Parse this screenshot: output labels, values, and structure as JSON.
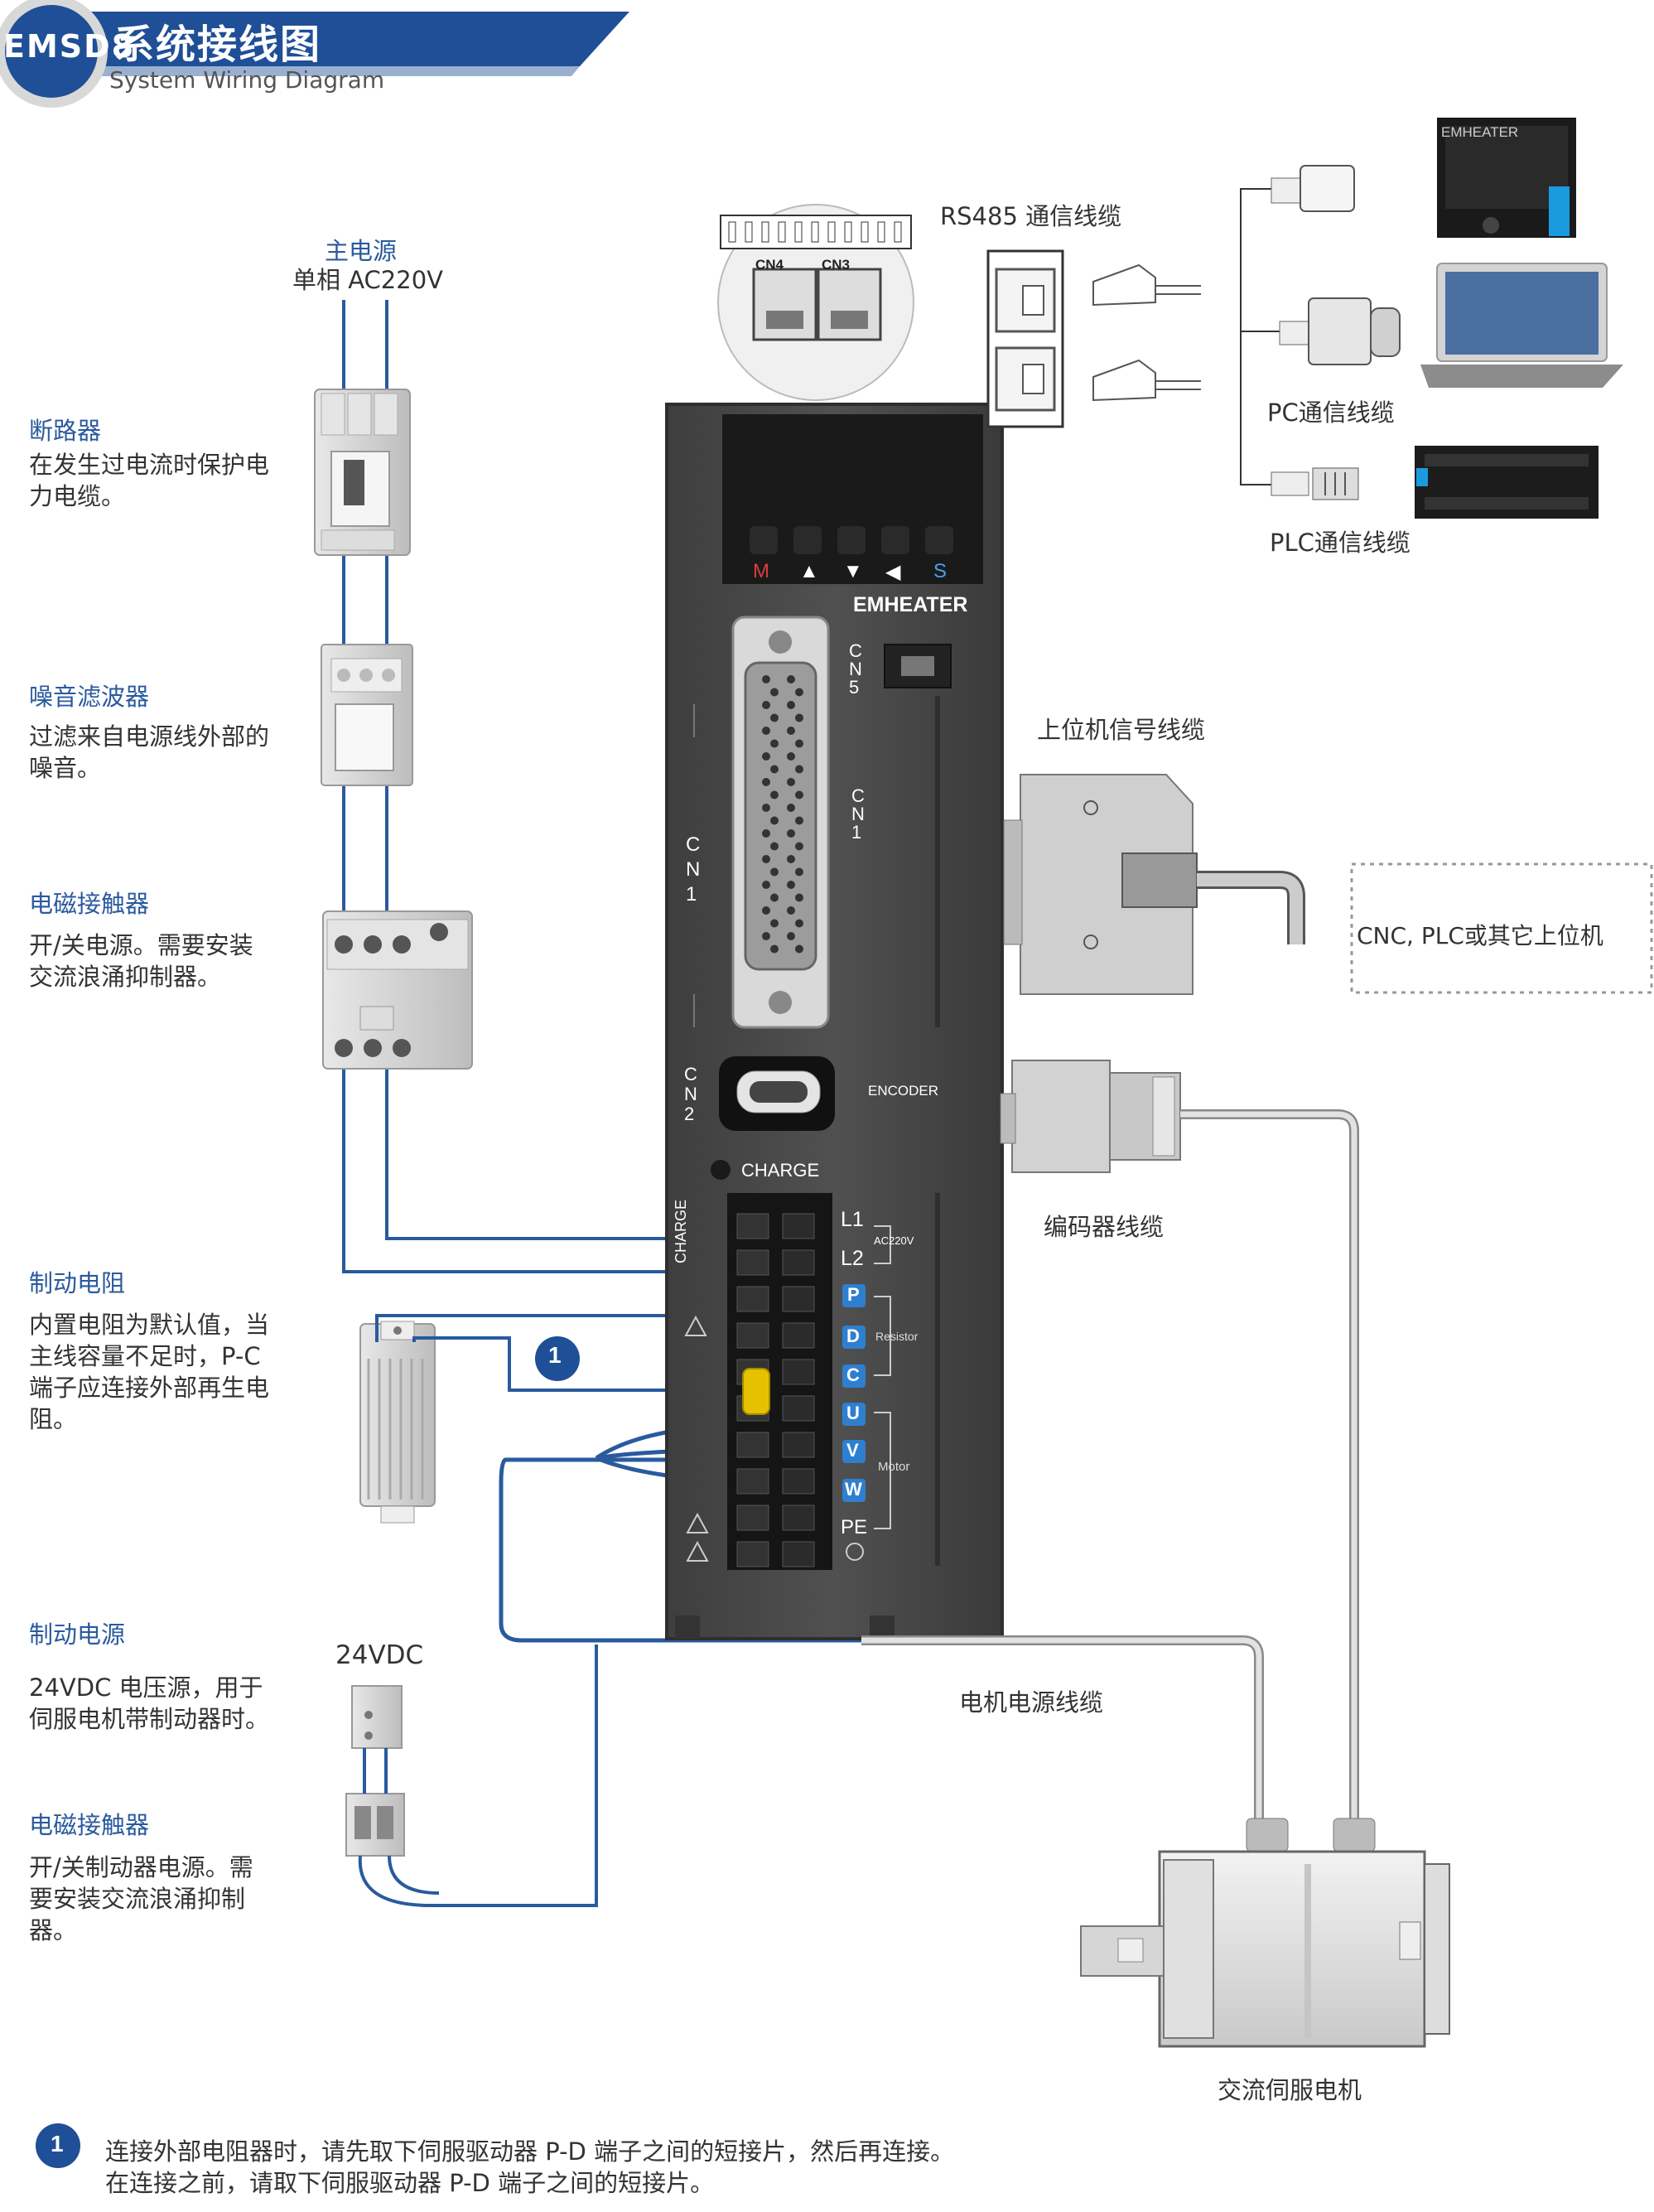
{
  "header": {
    "badge": "EMSD8",
    "title": "系统接线图",
    "subtitle": "System Wiring Diagram"
  },
  "left_panel": {
    "main_power": {
      "title": "主电源",
      "spec": "单相 AC220V"
    },
    "breaker": {
      "title": "断路器",
      "desc": [
        "在发生过电流时保护电",
        "力电缆。"
      ]
    },
    "noise_filter": {
      "title": "噪音滤波器",
      "desc": [
        "过滤来自电源线外部的",
        "噪音。"
      ]
    },
    "contactor_main": {
      "title": "电磁接触器",
      "desc": [
        "开/关电源。需要安装",
        "交流浪涌抑制器。"
      ]
    },
    "brake_resistor": {
      "title": "制动电阻",
      "desc": [
        "内置电阻为默认值，当",
        "主线容量不足时，P-C",
        "端子应连接外部再生电",
        "阻。"
      ]
    },
    "brake_power": {
      "title": "制动电源",
      "voltage": "24VDC",
      "desc": [
        "24VDC 电压源，用于",
        "伺服电机带制动器时。"
      ]
    },
    "contactor_brake": {
      "title": "电磁接触器",
      "desc": [
        "开/关制动器电源。需",
        "要安装交流浪涌抑制",
        "器。"
      ]
    }
  },
  "drive": {
    "brand": "EMHEATER",
    "keys": [
      "M",
      "▲",
      "▼",
      "◀",
      "S"
    ],
    "cn5": "CN5",
    "cn1": "CN1",
    "cn2": "CN2",
    "encoder": "ENCODER",
    "charge": "CHARGE",
    "charge_side": "CHARGE",
    "terminals": {
      "l1": "L1",
      "l2": "L2",
      "ac": "AC220V",
      "p": "P",
      "d": "D",
      "c": "C",
      "resistor": "Resistor",
      "u": "U",
      "v": "V",
      "w": "W",
      "motor": "Motor",
      "pe": "PE"
    },
    "cn_port_labels": [
      "CN4",
      "CN3"
    ]
  },
  "right_panel": {
    "rs485": "RS485 通信线缆",
    "pc_cable": "PC通信线缆",
    "plc_cable": "PLC通信线缆",
    "hmi_brand": "EMHEATER",
    "host_signal": "上位机信号线缆",
    "host_box": "CNC, PLC或其它上位机",
    "encoder_cable": "编码器线缆",
    "motor_power_cable": "电机电源线缆",
    "servo_motor": "交流伺服电机"
  },
  "note": {
    "number": "1",
    "lines": [
      "连接外部电阻器时，请先取下伺服驱动器 P-D 端子之间的短接片，然后再连接。",
      "在连接之前，请取下伺服驱动器 P-D 端子之间的短接片。"
    ]
  },
  "colors": {
    "accent": "#2a5a9e",
    "header_blue": "#1f4f96",
    "drive_body": "#4a4a4a",
    "wire": "#2a5a9e"
  }
}
